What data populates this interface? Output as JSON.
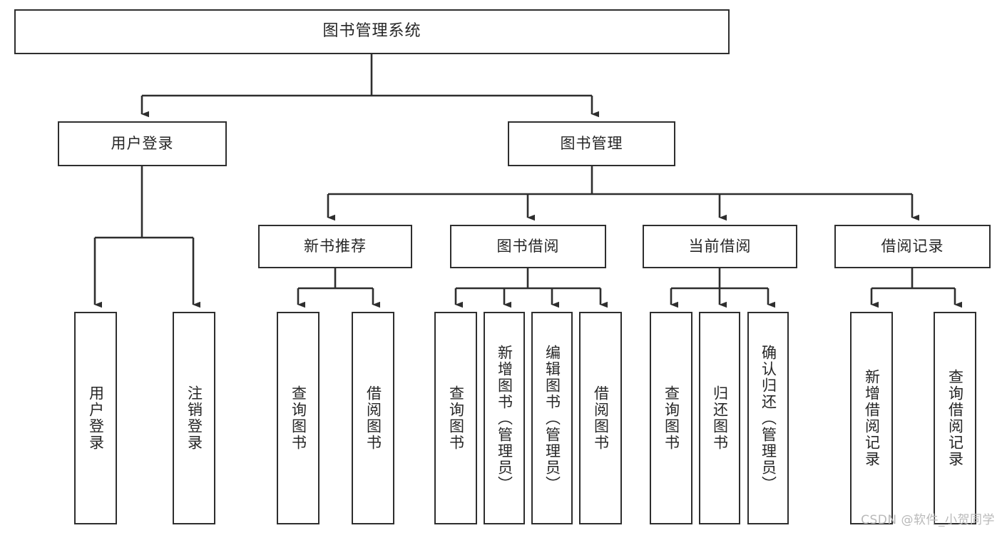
{
  "diagram": {
    "title": "图书管理系统",
    "type": "tree-hierarchy",
    "watermark": "CSDN @软件_小贺同学",
    "colors": {
      "border": "#2e2e2e",
      "text": "#262626",
      "background": "#ffffff",
      "watermark": "#b9b9b9"
    },
    "root": {
      "label": "图书管理系统"
    },
    "level1": [
      {
        "label": "用户登录"
      },
      {
        "label": "图书管理"
      }
    ],
    "level2": [
      {
        "label": "新书推荐"
      },
      {
        "label": "图书借阅"
      },
      {
        "label": "当前借阅"
      },
      {
        "label": "借阅记录"
      }
    ],
    "leaves": {
      "user_login": [
        {
          "label": "用户登录"
        },
        {
          "label": "注销登录"
        }
      ],
      "new_book_recommend": [
        {
          "label": "查询图书"
        },
        {
          "label": "借阅图书"
        }
      ],
      "book_borrow": [
        {
          "label": "查询图书"
        },
        {
          "label": "新增图书（管理员）"
        },
        {
          "label": "编辑图书（管理员）"
        },
        {
          "label": "借阅图书"
        }
      ],
      "current_borrow": [
        {
          "label": "查询图书"
        },
        {
          "label": "归还图书"
        },
        {
          "label": "确认归还（管理员）"
        }
      ],
      "borrow_records": [
        {
          "label": "新增借阅记录"
        },
        {
          "label": "查询借阅记录"
        }
      ]
    }
  }
}
